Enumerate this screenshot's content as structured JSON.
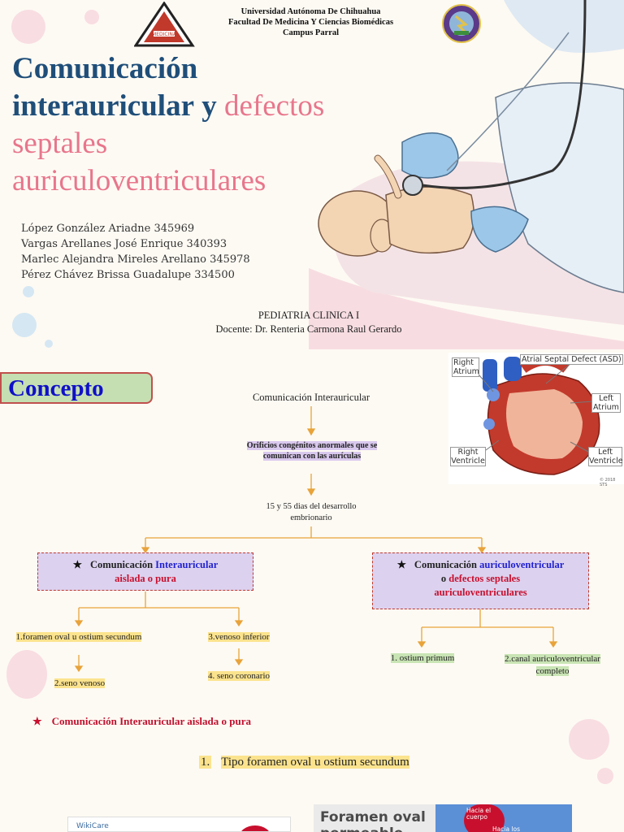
{
  "header": {
    "line1": "Universidad Autónoma De Chihuahua",
    "line2": "Facultad De Medicina Y Ciencias Biomédicas",
    "line3": "Campus Parral",
    "logo_left_text": "MEDICINA",
    "logo_right_icon": "crest-icon"
  },
  "title": {
    "part1": "Comunicación",
    "part2": "interauricular",
    "part3": "y",
    "part4": "defectos",
    "part5": "septales",
    "part6": "auriculoventriculares"
  },
  "authors": [
    "López González Ariadne 345969",
    "Vargas Arellanes José Enrique 340393",
    "Marlec Alejandra Mireles Arellano 345978",
    "Pérez Chávez Brissa Guadalupe 334500"
  ],
  "course": {
    "name": "PEDIATRIA CLINICA I",
    "teacher": "Docente: Dr. Renteria Carmona Raul Gerardo"
  },
  "concept_label": "Concepto",
  "diagram": {
    "root": "Comunicación Interauricular",
    "definition": "Orificios congénitos anormales que se comunican con las aurículas",
    "timing": "15 y 55 dias del desarrollo embrionario",
    "left_box": {
      "star": "★",
      "pre": "Comunicación",
      "highlight": "Interauricular",
      "post": "aislada o pura"
    },
    "right_box": {
      "star": "★",
      "pre": "Comunicación",
      "highlight": "auriculoventricular",
      "conj": "o",
      "red1": "defectos septales",
      "red2": "auriculoventriculares"
    },
    "left_items": {
      "a": "1.foramen oval u ostium secundum",
      "b": "2.seno venoso",
      "c": "3.venoso inferior",
      "d": "4. seno coronario"
    },
    "right_items": {
      "a": "1. ostium primum",
      "b": "2.canal auriculoventricular completo"
    }
  },
  "heart_figure": {
    "right_atrium": "Right Atrium",
    "asd": "Atrial Septal Defect (ASD)",
    "left_atrium": "Left Atrium",
    "right_ventricle": "Right Ventricle",
    "left_ventricle": "Left Ventricle",
    "copyright": "© 2018 STS"
  },
  "section": {
    "star": "★",
    "title": "Comunicación Interauricular aislada o pura",
    "item_num": "1.",
    "item_text": "Tipo foramen oval u ostium secundum"
  },
  "bottom_figures": {
    "left_brand": "WikiCare",
    "right_title": "Foramen oval permeable",
    "label1": "Hacia el cuerpo",
    "label2": "Hacia los"
  },
  "colors": {
    "title_blue": "#1f4e79",
    "title_pink": "#e8768c",
    "concept_bg": "#c5dfb2",
    "box_border": "#c0392b",
    "arrow": "#e8a33a"
  }
}
